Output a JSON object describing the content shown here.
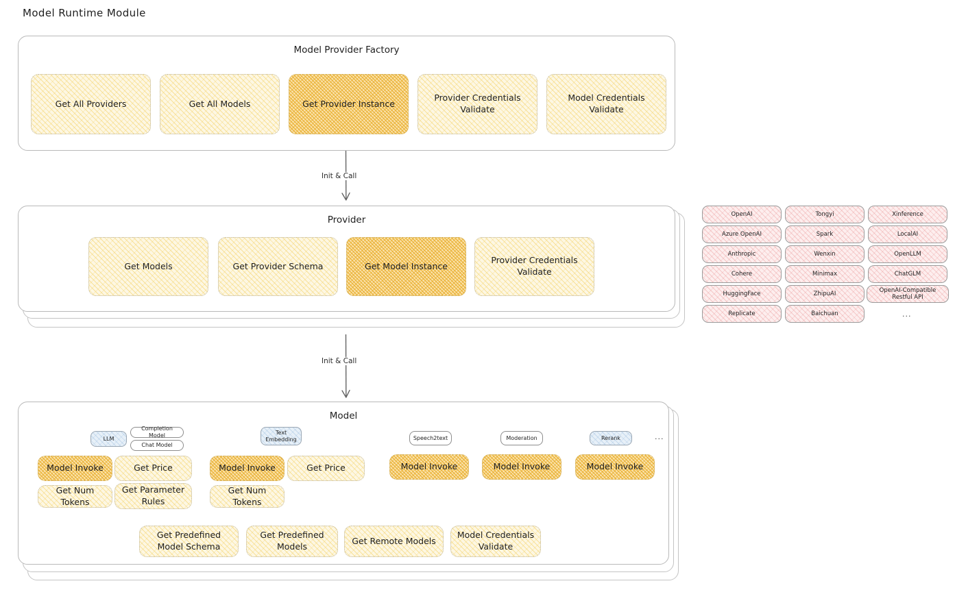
{
  "page": {
    "title": "Model Runtime Module"
  },
  "factory": {
    "title": "Model Provider Factory",
    "nodes": [
      {
        "label": "Get All Providers",
        "highlighted": false
      },
      {
        "label": "Get All Models",
        "highlighted": false
      },
      {
        "label": "Get Provider Instance",
        "highlighted": true
      },
      {
        "label": "Provider Credentials Validate",
        "highlighted": false
      },
      {
        "label": "Model Credentials Validate",
        "highlighted": false
      }
    ]
  },
  "arrows": [
    {
      "label": "Init & Call"
    },
    {
      "label": "Init & Call"
    }
  ],
  "provider": {
    "title": "Provider",
    "nodes": [
      {
        "label": "Get Models",
        "highlighted": false
      },
      {
        "label": "Get Provider Schema",
        "highlighted": false
      },
      {
        "label": "Get Model Instance",
        "highlighted": true
      },
      {
        "label": "Provider Credentials Validate",
        "highlighted": false
      }
    ]
  },
  "provider_list": {
    "columns": [
      [
        "OpenAI",
        "Azure OpenAI",
        "Anthropic",
        "Cohere",
        "HuggingFace",
        "Replicate"
      ],
      [
        "Tongyi",
        "Spark",
        "Wenxin",
        "Minimax",
        "ZhipuAI",
        "Baichuan"
      ],
      [
        "Xinference",
        "LocalAI",
        "OpenLLM",
        "ChatGLM",
        "OpenAI-Compatible Restful API"
      ]
    ],
    "ellipsis": "..."
  },
  "model": {
    "title": "Model",
    "ellipsis": "...",
    "types": [
      {
        "name": "LLM",
        "style": "blue",
        "sub_chips": [
          "Completion Model",
          "Chat Model"
        ],
        "methods": [
          {
            "label": "Model Invoke",
            "highlighted": true
          },
          {
            "label": "Get Price",
            "highlighted": false
          },
          {
            "label": "Get Num Tokens",
            "highlighted": false
          },
          {
            "label": "Get Parameter Rules",
            "highlighted": false
          }
        ]
      },
      {
        "name": "Text Embedding",
        "style": "blue",
        "sub_chips": [],
        "methods": [
          {
            "label": "Model Invoke",
            "highlighted": true
          },
          {
            "label": "Get Price",
            "highlighted": false
          },
          {
            "label": "Get Num Tokens",
            "highlighted": false
          }
        ]
      },
      {
        "name": "Speech2text",
        "style": "plain",
        "sub_chips": [],
        "methods": [
          {
            "label": "Model Invoke",
            "highlighted": true
          }
        ]
      },
      {
        "name": "Moderation",
        "style": "plain",
        "sub_chips": [],
        "methods": [
          {
            "label": "Model Invoke",
            "highlighted": true
          }
        ]
      },
      {
        "name": "Rerank",
        "style": "blue",
        "sub_chips": [],
        "methods": [
          {
            "label": "Model Invoke",
            "highlighted": true
          }
        ]
      }
    ],
    "shared_methods": [
      {
        "label": "Get Predefined Model Schema"
      },
      {
        "label": "Get Predefined Models"
      },
      {
        "label": "Get Remote Models"
      },
      {
        "label": "Model Credentials Validate"
      }
    ]
  }
}
